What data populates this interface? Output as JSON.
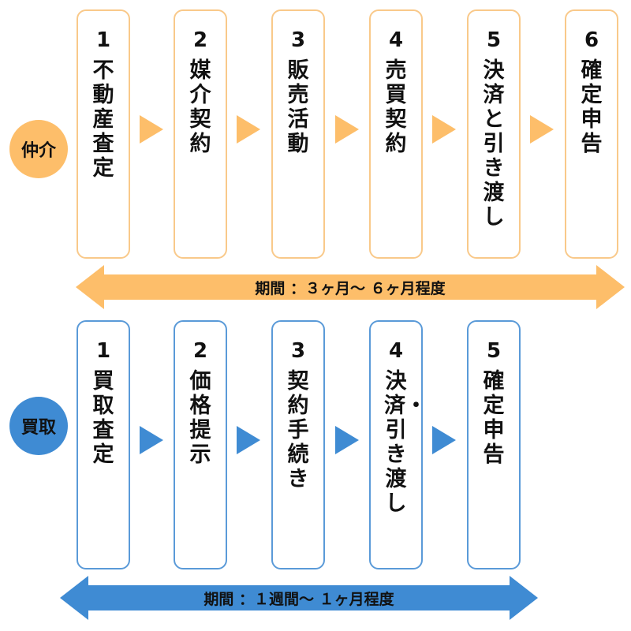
{
  "colors": {
    "broker_accent": "#fdbe6a",
    "broker_border": "#f9c98a",
    "purchase_accent": "#3f8bd3",
    "purchase_border": "#5a9ad8"
  },
  "broker": {
    "label": "仲介",
    "steps": [
      {
        "num": "1",
        "label": "不動産査定"
      },
      {
        "num": "2",
        "label": "媒介契約"
      },
      {
        "num": "3",
        "label": "販売活動"
      },
      {
        "num": "4",
        "label": "売買契約"
      },
      {
        "num": "5",
        "label": "決済と引き渡し"
      },
      {
        "num": "6",
        "label": "確定申告"
      }
    ],
    "period": "期間 ：３ヶ月〜 ６ヶ月程度"
  },
  "purchase": {
    "label": "買取",
    "steps": [
      {
        "num": "1",
        "label": "買取査定"
      },
      {
        "num": "2",
        "label": "価格提示"
      },
      {
        "num": "3",
        "label": "契約手続き"
      },
      {
        "num": "4",
        "label": "決済・引き渡し"
      },
      {
        "num": "5",
        "label": "確定申告"
      }
    ],
    "period": "期間 ：１週間〜 １ヶ月程度"
  }
}
